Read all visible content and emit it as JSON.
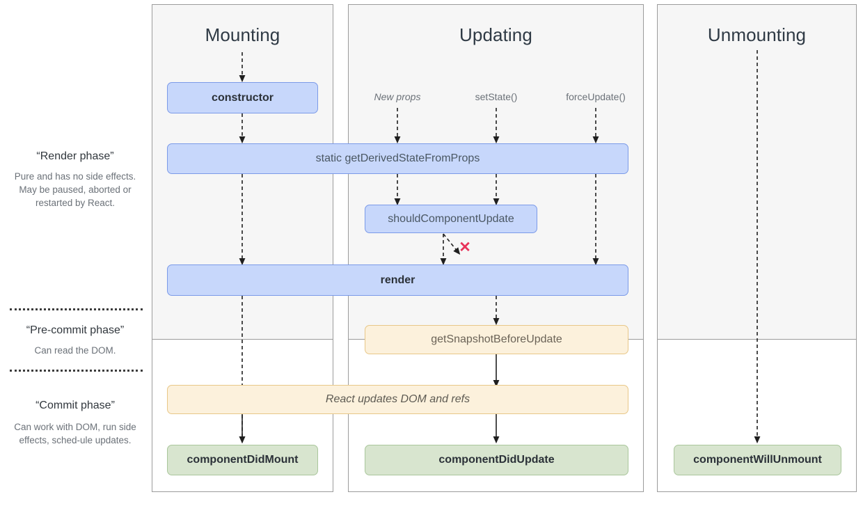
{
  "diagram": {
    "title": "React component lifecycle diagram",
    "colors": {
      "blue_fill": "#c7d7fb",
      "blue_border": "#7b9ae8",
      "orange_fill": "#fcf1dc",
      "orange_border": "#e8c787",
      "green_fill": "#d8e5cf",
      "green_border": "#a9c69b",
      "panel_gray": "#f6f6f6",
      "panel_border": "#9b9b9b",
      "reject_mark": "#e8335a",
      "arrow": "#1f1f1f"
    }
  },
  "columns": [
    {
      "id": "mounting",
      "title": "Mounting"
    },
    {
      "id": "updating",
      "title": "Updating"
    },
    {
      "id": "unmounting",
      "title": "Unmounting"
    }
  ],
  "legend": [
    {
      "id": "render-phase",
      "title": "“Render phase”",
      "body": "Pure and has no side effects. May be paused, aborted or restarted by React."
    },
    {
      "id": "pre-commit-phase",
      "title": "“Pre-commit phase”",
      "body": "Can read the DOM."
    },
    {
      "id": "commit-phase",
      "title": "“Commit phase”",
      "body": "Can work with DOM, run side effects, sched-ule updates."
    }
  ],
  "triggers": [
    {
      "id": "new-props",
      "label": "New props",
      "italic": true
    },
    {
      "id": "set-state",
      "label": "setState()",
      "italic": false
    },
    {
      "id": "force-update",
      "label": "forceUpdate()",
      "italic": false
    }
  ],
  "boxes": {
    "constructor": "constructor",
    "get_derived_state_from_props": "static getDerivedStateFromProps",
    "should_component_update": "shouldComponentUpdate",
    "render": "render",
    "get_snapshot_before_update": "getSnapshotBeforeUpdate",
    "react_updates_dom_and_refs": "React updates DOM and refs",
    "component_did_mount": "componentDidMount",
    "component_did_update": "componentDidUpdate",
    "component_will_unmount": "componentWillUnmount"
  },
  "marks": {
    "reject_x": "✕"
  }
}
